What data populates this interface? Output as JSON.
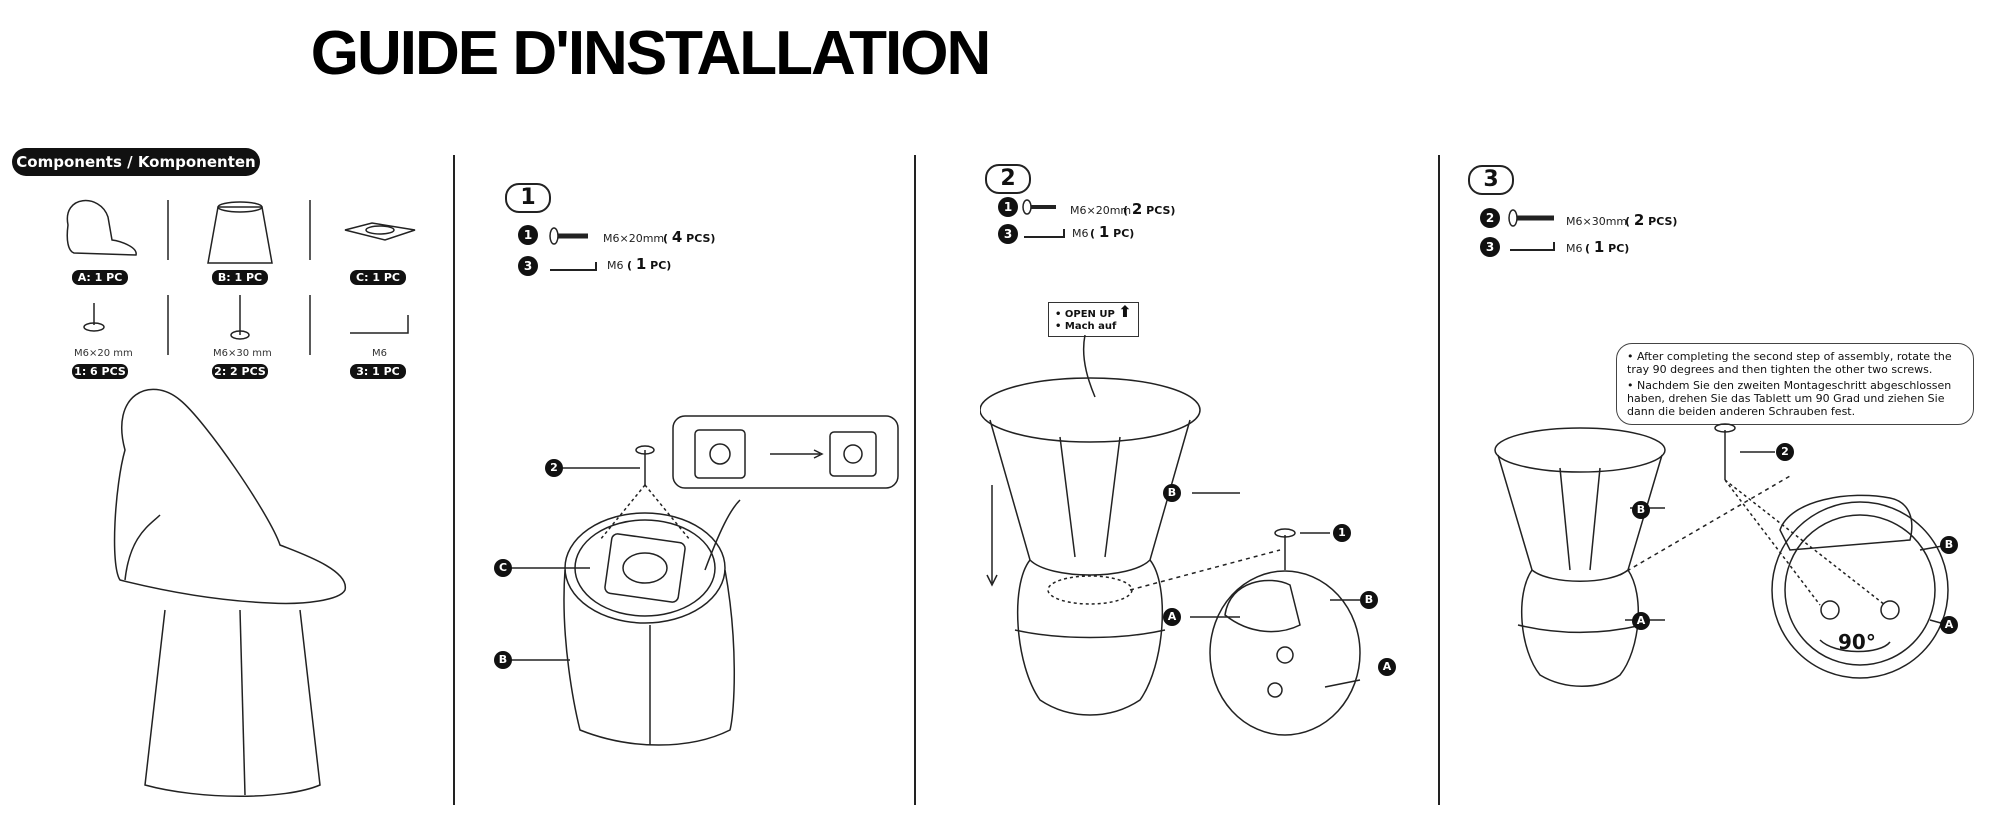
{
  "title": "GUIDE D'INSTALLATION",
  "components": {
    "header": "Components / Komponenten",
    "items": [
      {
        "badge": "A: 1 PC",
        "spec": ""
      },
      {
        "badge": "B: 1 PC",
        "spec": ""
      },
      {
        "badge": "C: 1 PC",
        "spec": ""
      },
      {
        "badge": "1: 6 PCS",
        "spec": "M6×20 mm"
      },
      {
        "badge": "2: 2 PCS",
        "spec": "M6×30 mm"
      },
      {
        "badge": "3: 1 PC",
        "spec": "M6"
      }
    ]
  },
  "step1": {
    "number": "1",
    "parts": [
      {
        "num": "1",
        "spec": "M6×20mm",
        "qty_open": "(",
        "qty_num": "4",
        "qty_unit": "PCS)"
      },
      {
        "num": "3",
        "spec": "M6",
        "qty_open": "(",
        "qty_num": "1",
        "qty_unit": "PC)"
      }
    ],
    "labels": {
      "screw": "2",
      "plate": "C",
      "base": "B"
    }
  },
  "step2": {
    "number": "2",
    "parts": [
      {
        "num": "1",
        "spec": "M6×20mm",
        "qty_open": "(",
        "qty_num": "2",
        "qty_unit": "PCS)"
      },
      {
        "num": "3",
        "spec": "M6",
        "qty_open": "(",
        "qty_num": "1",
        "qty_unit": "PC)"
      }
    ],
    "open_up": [
      "OPEN UP",
      "Mach auf"
    ],
    "labels": {
      "b": "B",
      "a": "A",
      "screw": "1",
      "b2": "B",
      "a2": "A"
    }
  },
  "step3": {
    "number": "3",
    "parts": [
      {
        "num": "2",
        "spec": "M6×30mm",
        "qty_open": "(",
        "qty_num": "2",
        "qty_unit": "PCS)"
      },
      {
        "num": "3",
        "spec": "M6",
        "qty_open": "(",
        "qty_num": "1",
        "qty_unit": "PC)"
      }
    ],
    "note_en": "After completing the second step of assembly, rotate the tray 90 degrees and then tighten the other two screws.",
    "note_de": "Nachdem Sie den zweiten Montageschritt abgeschlossen haben, drehen Sie das Tablett um 90 Grad und ziehen Sie dann die beiden anderen Schrauben fest.",
    "angle": "90°",
    "labels": {
      "screw": "2",
      "b": "B",
      "a": "A",
      "b2": "B",
      "a2": "A"
    }
  }
}
